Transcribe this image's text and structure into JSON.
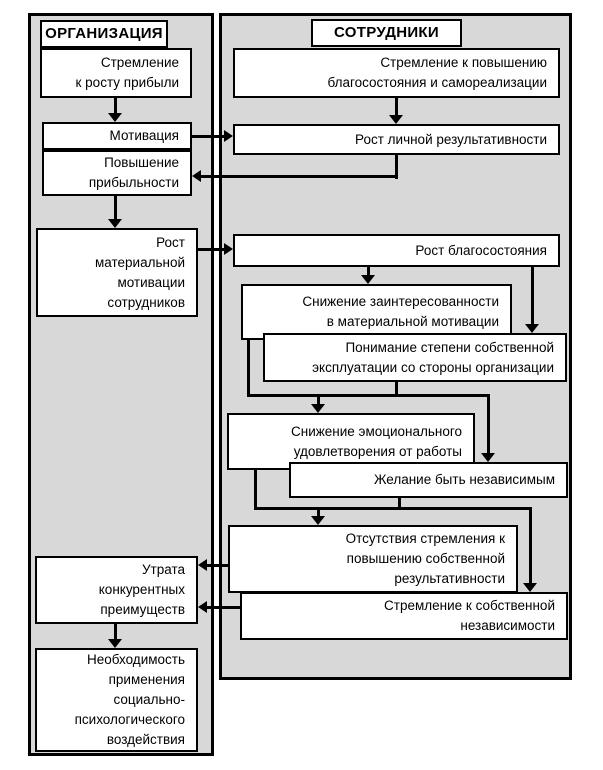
{
  "colors": {
    "panel_bg": "#d8d8d8",
    "box_bg": "#ffffff",
    "line": "#000000"
  },
  "organization": {
    "title": "ОРГАНИЗАЦИЯ",
    "nodes": {
      "profit_goal": "Стремление\nк росту прибыли",
      "motivation": "Мотивация",
      "profitability": "Повышение\nприбыльности",
      "material_motivation": "Рост\nматериальной\nмотивации\nсотрудников",
      "competitive_loss": "Утрата\nконкурентных\nпреимуществ",
      "social_psych_need": "Необходимость\nприменения\nсоциально-\nпсихологического\nвоздействия"
    }
  },
  "employees": {
    "title": "СОТРУДНИКИ",
    "nodes": {
      "wellbeing_goal": "Стремление к повышению\nблагосостояния и самореализации",
      "personal_results": "Рост личной результативности",
      "wellbeing_growth": "Рост благосостояния",
      "interest_decline": "Снижение заинтересованности\nв материальной мотивации",
      "exploitation_awareness": "Понимание степени собственной\nэксплуатации со стороны организации",
      "emotional_decline": "Снижение эмоционального\nудовлетворения от работы",
      "independence_wish": "Желание быть независимым",
      "no_results_drive": "Отсутствия стремления к\nповышению собственной\nрезультативности",
      "own_independence": "Стремление к собственной\nнезависимости"
    }
  }
}
